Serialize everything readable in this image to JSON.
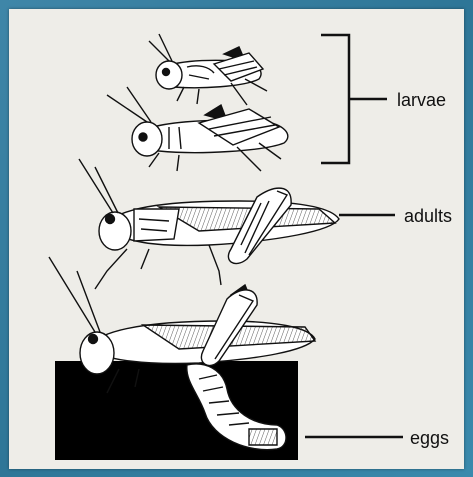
{
  "labels": {
    "larvae": "larvae",
    "adults": "adults",
    "eggs": "eggs"
  },
  "colors": {
    "background": "#2e7697",
    "panel": "#eeede8",
    "ink": "#111111",
    "soil": "#000000"
  },
  "icons": [
    "grasshopper-larva-icon",
    "grasshopper-adult-icon",
    "egg-pod-icon"
  ]
}
